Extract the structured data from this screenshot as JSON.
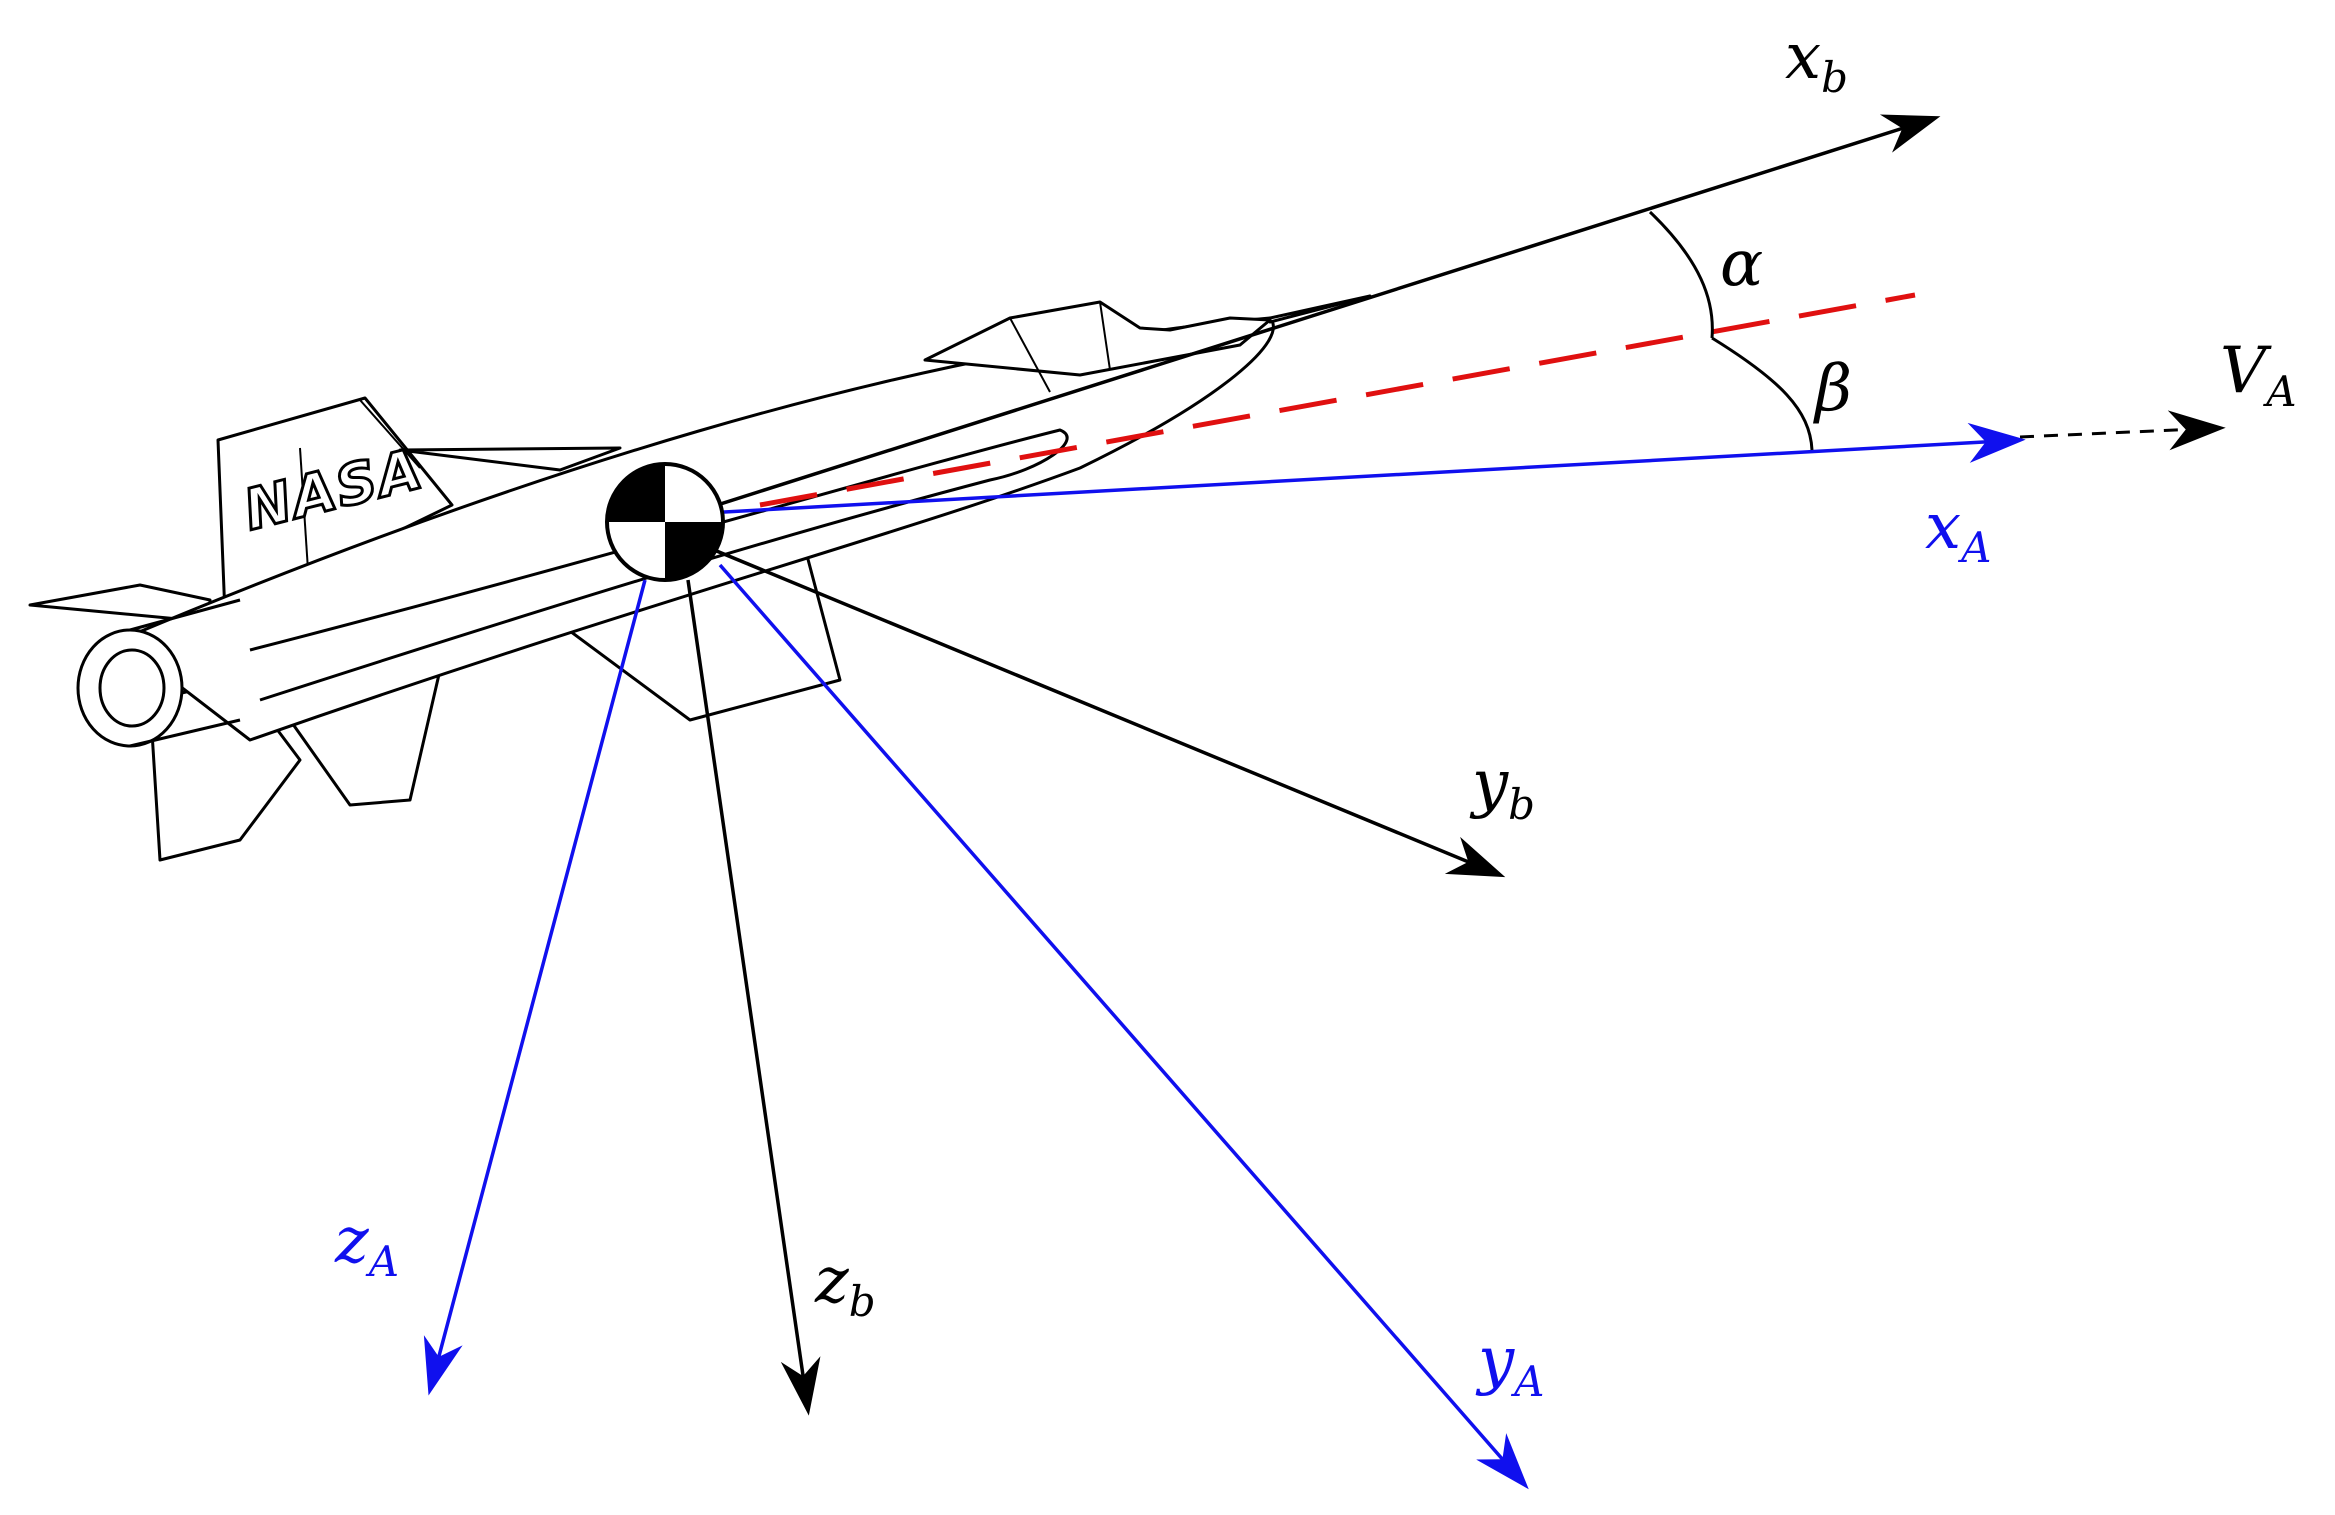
{
  "aircraft": {
    "logo_text": "NASA"
  },
  "colors": {
    "body_frame": "#000000",
    "aero_frame": "#1010ee",
    "velocity_projection": "#e01010",
    "outline": "#000000"
  },
  "labels": {
    "xb": {
      "main": "x",
      "sub": "b"
    },
    "yb": {
      "main": "y",
      "sub": "b"
    },
    "zb": {
      "main": "z",
      "sub": "b"
    },
    "xA": {
      "main": "x",
      "sub": "A"
    },
    "yA": {
      "main": "y",
      "sub": "A"
    },
    "zA": {
      "main": "z",
      "sub": "A"
    },
    "VA": {
      "main": "V",
      "sub": "A"
    },
    "alpha": "α",
    "beta": "β"
  }
}
